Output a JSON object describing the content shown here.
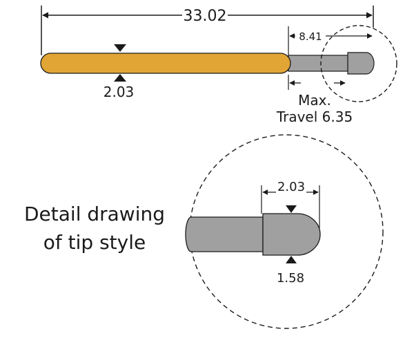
{
  "dimensions": {
    "overall_length": "33.02",
    "tip_section_length": "8.41",
    "barrel_diameter": "2.03",
    "travel_label_1": "Max.",
    "travel_label_2": "Travel 6.35"
  },
  "detail": {
    "caption_line1": "Detail drawing",
    "caption_line2": "of tip style",
    "tip_diameter": "2.03",
    "plunger_diameter": "1.58"
  },
  "colors": {
    "barrel_fill": "#E0A534",
    "plunger_fill": "#A0A0A0",
    "stroke": "#1a1a1a"
  }
}
